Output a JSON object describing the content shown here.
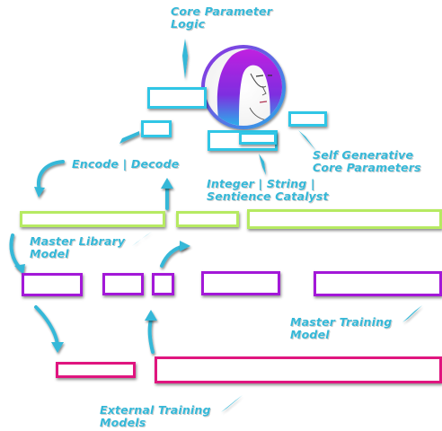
{
  "labels": {
    "core_parameter_logic": [
      "Core Parameter",
      "Logic"
    ],
    "encode_decode": "Encode | Decode",
    "self_generative": [
      "Self Generative",
      "Core Parameters"
    ],
    "integer_string": [
      "Integer | String |",
      "Sentience Catalyst"
    ],
    "master_library": [
      "Master Library",
      "Model"
    ],
    "master_training": [
      "Master Training",
      "Model"
    ],
    "external_training": [
      "External Training",
      "Models"
    ]
  },
  "colors": {
    "cyan": "#30c6e6",
    "lime": "#b6ea62",
    "purple": "#a318d8",
    "magenta": "#e0157f",
    "label_text": "#35b8d8"
  },
  "icons": {
    "portrait": "female-face-portrait-icon"
  }
}
